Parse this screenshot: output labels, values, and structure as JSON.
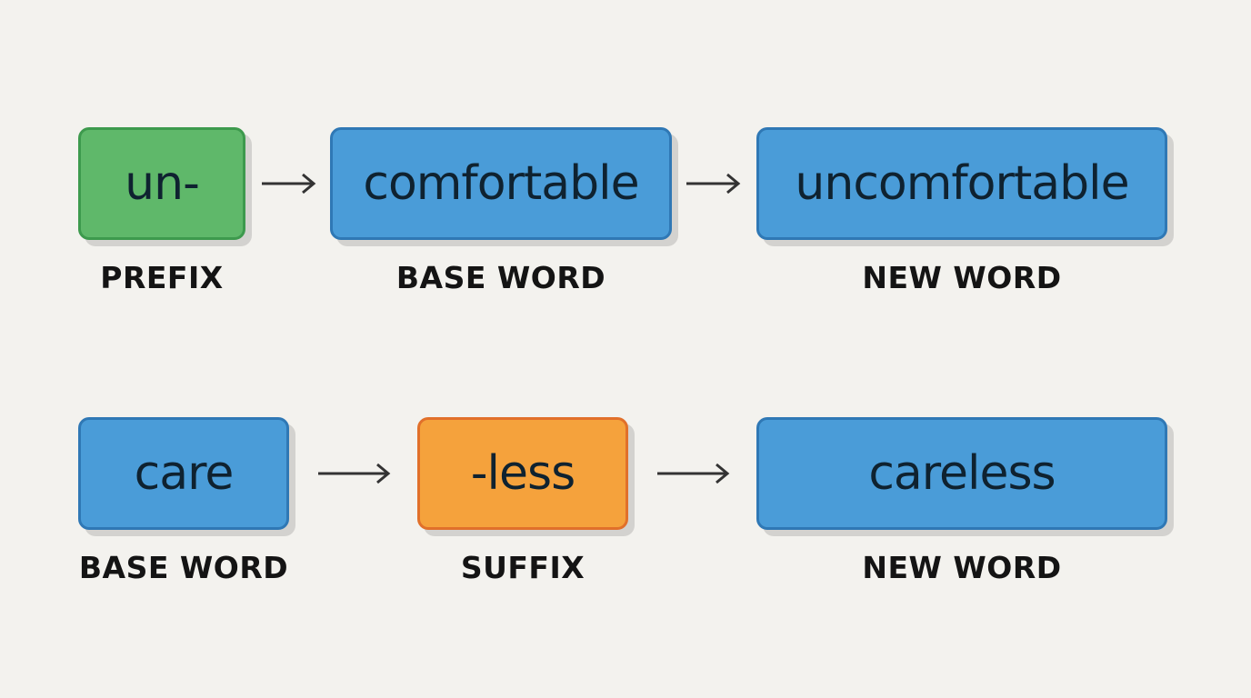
{
  "rows": [
    {
      "first": {
        "text": "un-",
        "label": "PREFIX",
        "color": "#5fb86a"
      },
      "second": {
        "text": "comfortable",
        "label": "BASE WORD",
        "color": "#4a9cd8"
      },
      "result": {
        "text": "uncomfortable",
        "label": "NEW WORD",
        "color": "#4a9cd8"
      }
    },
    {
      "first": {
        "text": "care",
        "label": "BASE WORD",
        "color": "#4a9cd8"
      },
      "second": {
        "text": "-less",
        "label": "SUFFIX",
        "color": "#f5a23c"
      },
      "result": {
        "text": "careless",
        "label": "NEW WORD",
        "color": "#4a9cd8"
      }
    }
  ],
  "icons": {
    "arrow": "right-arrow-icon"
  }
}
